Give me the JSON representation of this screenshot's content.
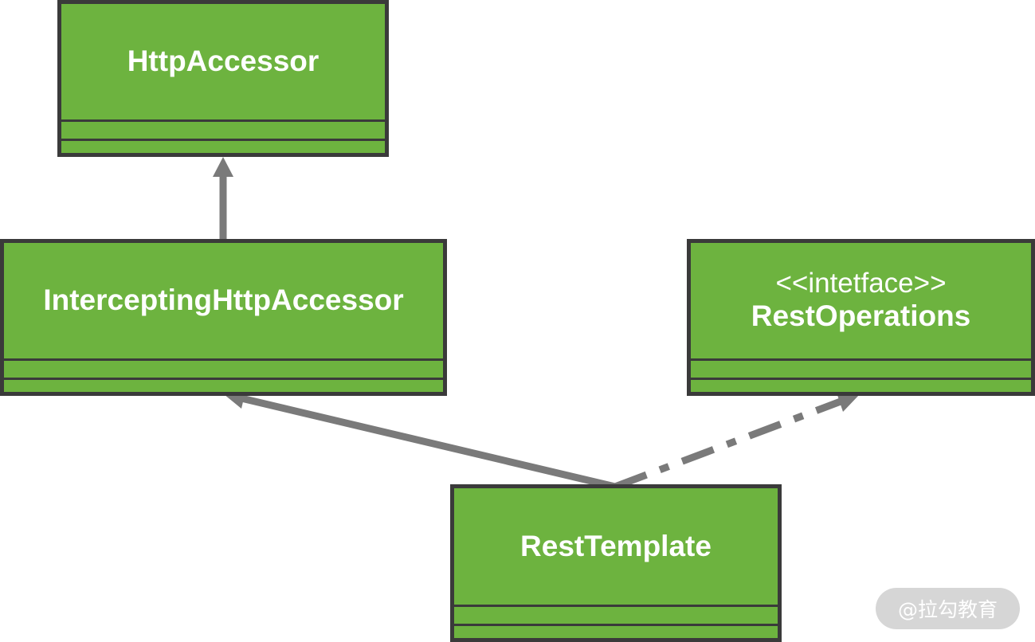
{
  "diagram": {
    "classes": {
      "http_accessor": {
        "name": "HttpAccessor"
      },
      "intercepting_http_accessor": {
        "name": "InterceptingHttpAccessor"
      },
      "rest_operations": {
        "stereotype": "<<intetface>>",
        "name": "RestOperations"
      },
      "rest_template": {
        "name": "RestTemplate"
      }
    },
    "relations": [
      {
        "from": "InterceptingHttpAccessor",
        "to": "HttpAccessor",
        "kind": "generalization",
        "line": "solid"
      },
      {
        "from": "RestTemplate",
        "to": "InterceptingHttpAccessor",
        "kind": "generalization",
        "line": "solid"
      },
      {
        "from": "RestTemplate",
        "to": "RestOperations",
        "kind": "realization",
        "line": "dash-dot"
      }
    ],
    "colors": {
      "box_fill": "#6db33f",
      "box_border": "#3a3a3a",
      "connector": "#7a7a7a",
      "text": "#ffffff"
    }
  },
  "watermark": {
    "text": "@拉勾教育"
  }
}
